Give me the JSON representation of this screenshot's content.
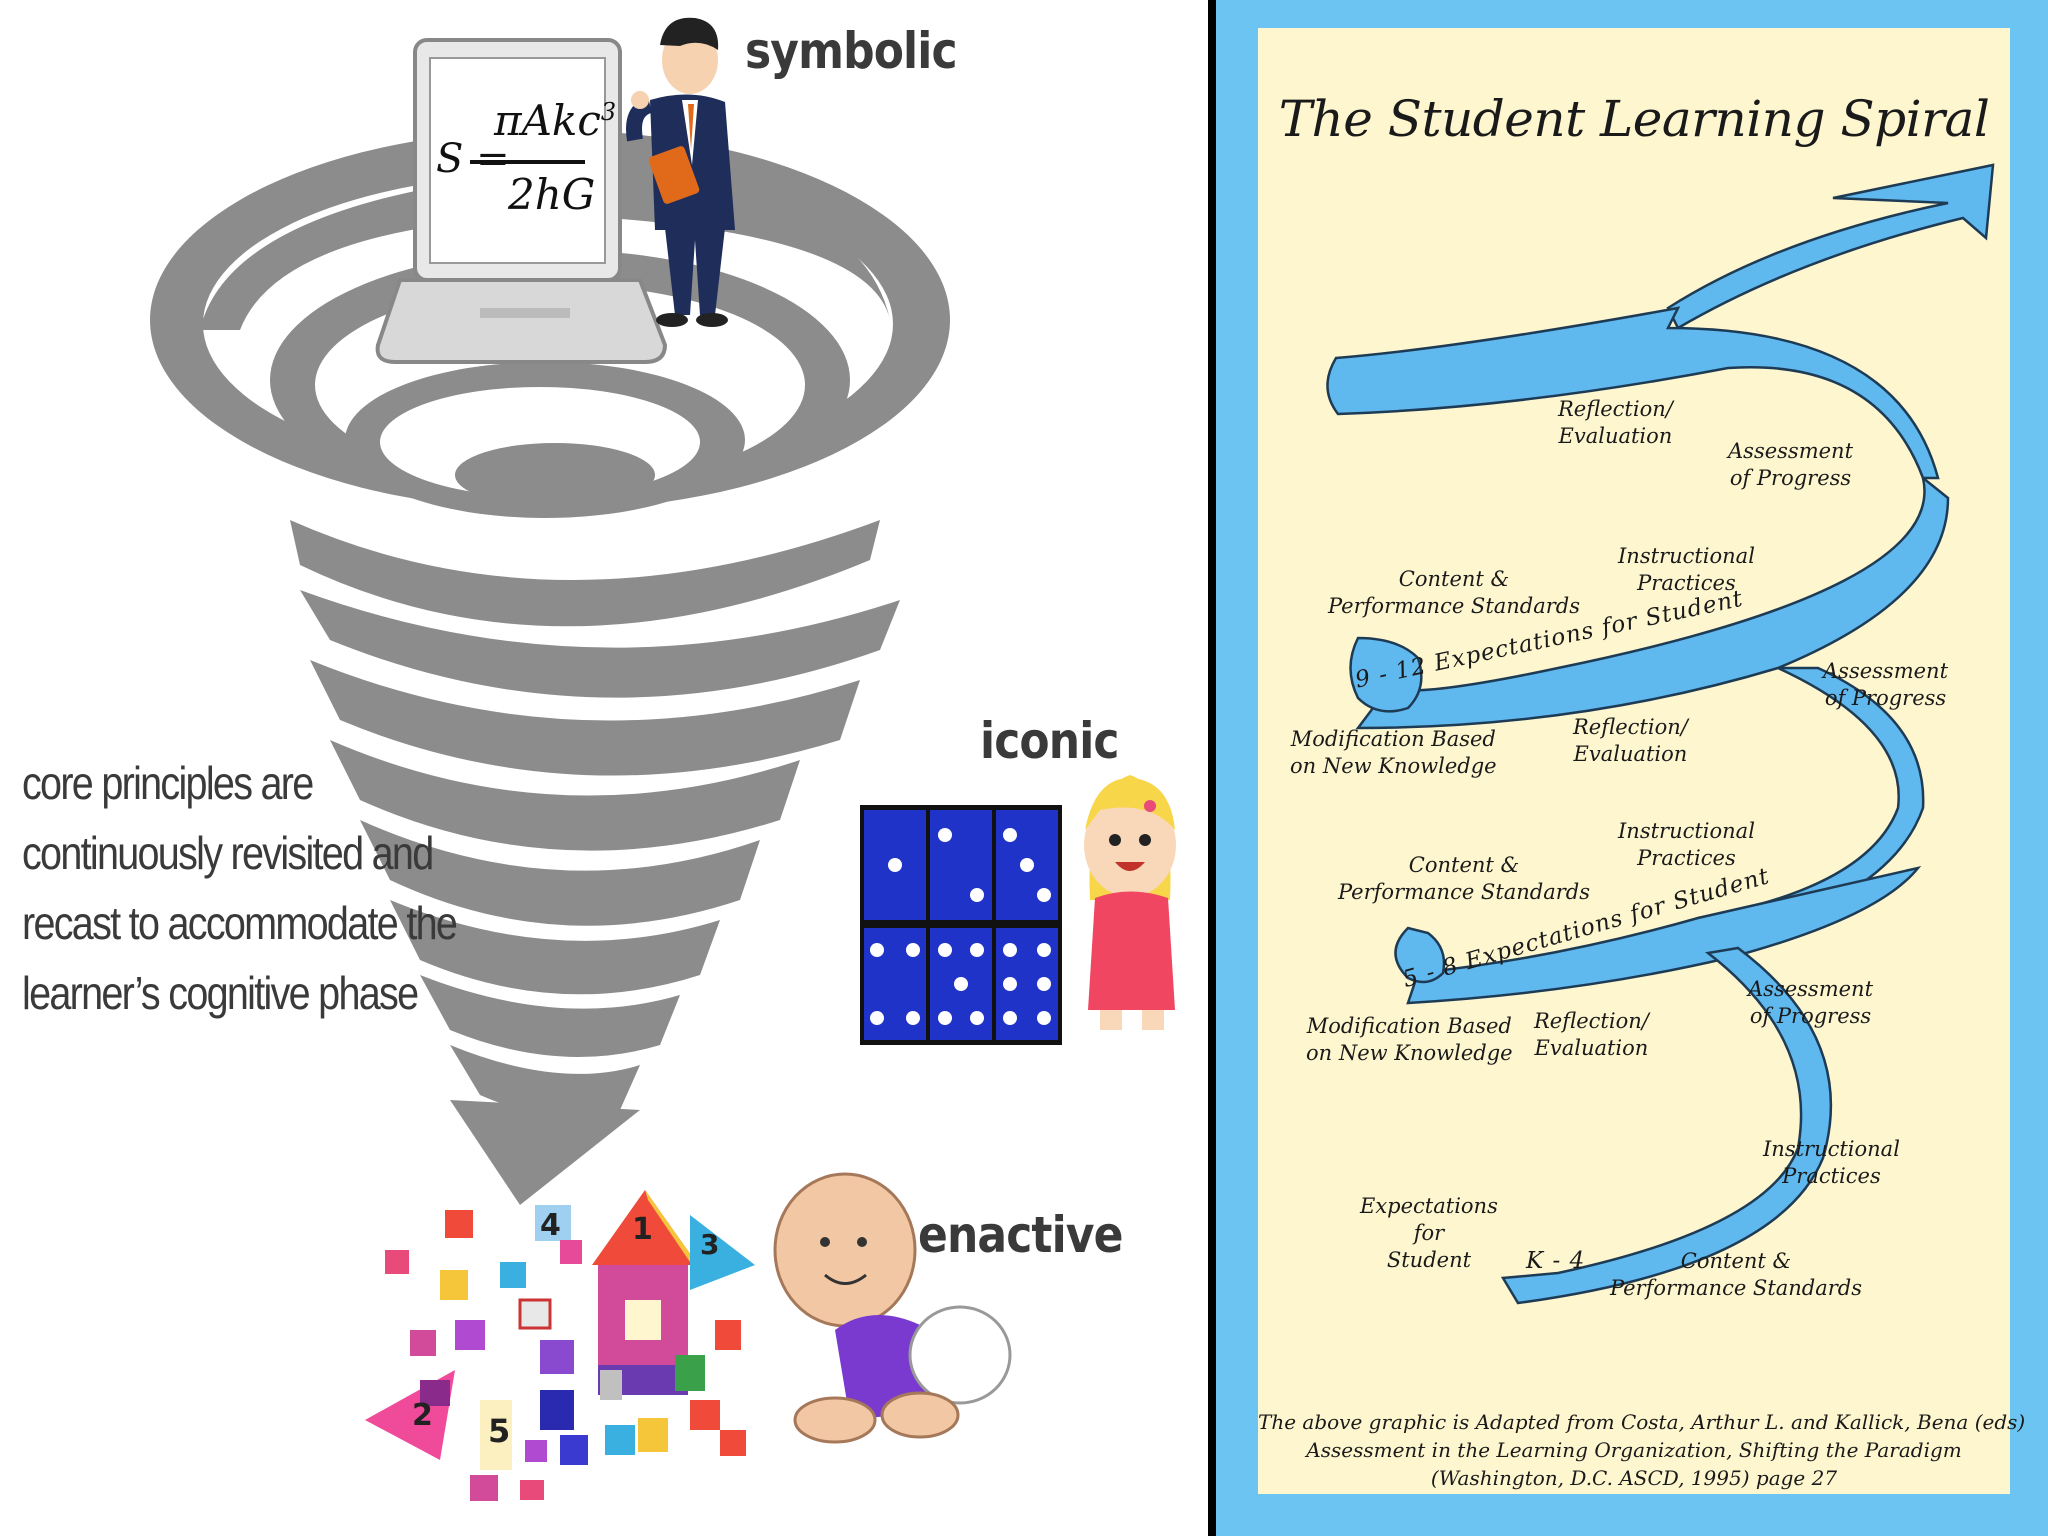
{
  "left": {
    "labels": {
      "symbolic": "symbolic",
      "iconic": "iconic",
      "enactive": "enactive"
    },
    "core_text": [
      "core principles are",
      "continuously revisited and",
      "recast to accommodate the",
      "learner’s cognitive phase"
    ],
    "formula": {
      "lhs": "S =",
      "numerator": "πAkc",
      "exponent": "3",
      "denominator": "2hG"
    },
    "block_numbers": [
      "1",
      "2",
      "3",
      "4",
      "5"
    ],
    "colors": {
      "spiral": "#8c8c8c",
      "dice": "#1f33c8",
      "text": "#3a3a3a"
    }
  },
  "right": {
    "title": "The Student Learning Spiral",
    "ribbon_labels": [
      "9 - 12  Expectations  for Student",
      "5 - 8  Expectations  for Student",
      "K - 4"
    ],
    "labels": {
      "reflection_top": [
        "Reflection/",
        "Evaluation"
      ],
      "assessment_top": [
        "Assessment",
        "of Progress"
      ],
      "instructional_1": [
        "Instructional",
        "Practices"
      ],
      "content_1": [
        "Content &",
        "Performance Standards"
      ],
      "assessment_2": [
        "Assessment",
        "of Progress"
      ],
      "modification_1": [
        "Modification Based",
        "on New Knowledge"
      ],
      "reflection_2": [
        "Reflection/",
        "Evaluation"
      ],
      "instructional_2": [
        "Instructional",
        "Practices"
      ],
      "content_2": [
        "Content &",
        "Performance Standards"
      ],
      "assessment_3": [
        "Assessment",
        "of Progress"
      ],
      "modification_2": [
        "Modification Based",
        "on New Knowledge"
      ],
      "reflection_3": [
        "Reflection/",
        "Evaluation"
      ],
      "instructional_3": [
        "Instructional",
        "Practices"
      ],
      "expectations_k4": [
        "Expectations",
        "for",
        "Student"
      ],
      "content_3": [
        "Content &",
        "Performance Standards"
      ]
    },
    "credit": [
      "The above graphic is Adapted from Costa, Arthur L. and Kallick, Bena (eds)",
      "Assessment in the Learning Organization, Shifting the Paradigm",
      "(Washington, D.C. ASCD, 1995) page 27"
    ],
    "colors": {
      "border": "#6cc4f2",
      "background": "#fdf6cf",
      "ribbon": "#5fb8ee"
    }
  }
}
